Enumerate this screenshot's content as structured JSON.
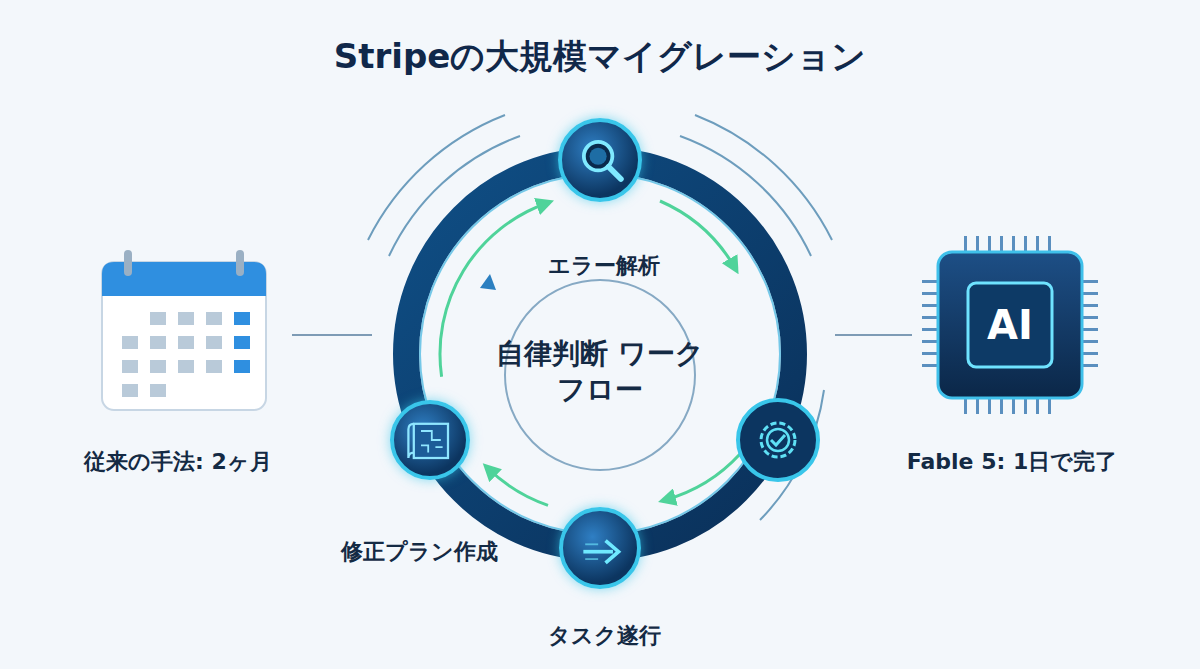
{
  "diagram": {
    "title": "Stripeの大規模マイグレーション",
    "nodes": [
      {
        "text": [
          "エラー解析"
        ]
      },
      {
        "text": [
          "タスク遂行"
        ]
      },
      {
        "text": [
          "修正プラン作成"
        ]
      },
      {
        "text": [
          "自律判断 ワークフロー"
        ]
      }
    ],
    "edges": [
      {
        "from": 1,
        "to": 2,
        "arrow": "to"
      },
      {
        "from": 2,
        "to": 0,
        "arrow": "to"
      }
    ],
    "labels": [
      "従来の手法: 2ヶ月",
      "Fable 5: 1日で完了",
      "AI"
    ]
  }
}
